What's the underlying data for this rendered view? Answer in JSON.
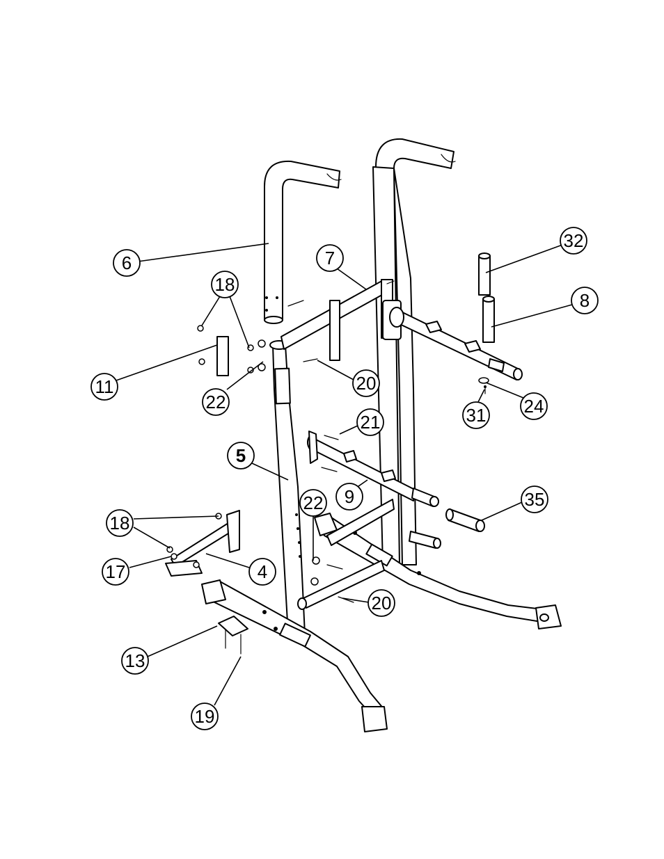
{
  "diagram": {
    "callouts": [
      {
        "id": "c6",
        "label": "6",
        "bold": false
      },
      {
        "id": "c7",
        "label": "7",
        "bold": false
      },
      {
        "id": "c32",
        "label": "32",
        "bold": false
      },
      {
        "id": "c8",
        "label": "8",
        "bold": false
      },
      {
        "id": "c18a",
        "label": "18",
        "bold": false
      },
      {
        "id": "c11",
        "label": "11",
        "bold": false
      },
      {
        "id": "c22a",
        "label": "22",
        "bold": false
      },
      {
        "id": "c20a",
        "label": "20",
        "bold": false
      },
      {
        "id": "c24",
        "label": "24",
        "bold": false
      },
      {
        "id": "c31",
        "label": "31",
        "bold": false
      },
      {
        "id": "c21",
        "label": "21",
        "bold": false
      },
      {
        "id": "c5",
        "label": "5",
        "bold": true
      },
      {
        "id": "c9",
        "label": "9",
        "bold": false
      },
      {
        "id": "c35",
        "label": "35",
        "bold": false
      },
      {
        "id": "c22b",
        "label": "22",
        "bold": false
      },
      {
        "id": "c18b",
        "label": "18",
        "bold": false
      },
      {
        "id": "c17",
        "label": "17",
        "bold": false
      },
      {
        "id": "c4",
        "label": "4",
        "bold": false
      },
      {
        "id": "c20b",
        "label": "20",
        "bold": false
      },
      {
        "id": "c13",
        "label": "13",
        "bold": false
      },
      {
        "id": "c19",
        "label": "19",
        "bold": false
      }
    ]
  }
}
